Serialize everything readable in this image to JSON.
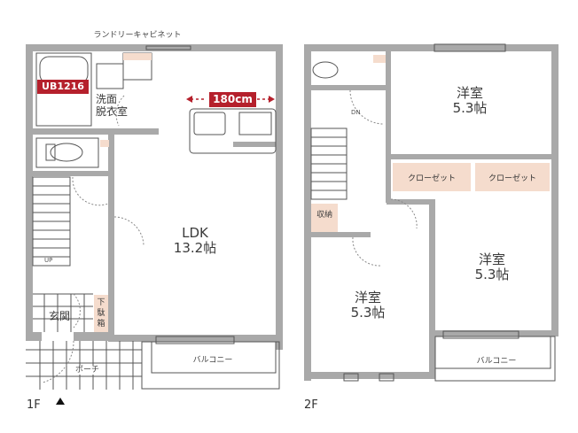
{
  "floors": [
    {
      "id": "1F",
      "label": "1F",
      "rooms": {
        "laundry_cabinet": "ランドリーキャビネット",
        "unit_bath": "UB1216",
        "washroom_line1": "洗面",
        "washroom_line2": "脱衣室",
        "ldk_name": "LDK",
        "ldk_size": "13.2帖",
        "kitchen_width": "180cm",
        "stairs_up": "UP",
        "entrance": "玄関",
        "shoe_box": "下駄箱",
        "porch": "ポーチ",
        "balcony": "バルコニー"
      },
      "entrance_marker": "▲"
    },
    {
      "id": "2F",
      "label": "2F",
      "rooms": {
        "stairs_down": "DN",
        "western_room_top_name": "洋室",
        "western_room_top_size": "5.3帖",
        "closet_left": "クローゼット",
        "closet_right": "クローゼット",
        "storage": "収納",
        "western_room_left_name": "洋室",
        "western_room_left_size": "5.3帖",
        "western_room_right_name": "洋室",
        "western_room_right_size": "5.3帖",
        "balcony": "バルコニー"
      }
    }
  ],
  "colors": {
    "wall": "#a9a9a9",
    "accent_red": "#b5202c",
    "storage_fill": "#f5dccd",
    "line": "#555555"
  }
}
